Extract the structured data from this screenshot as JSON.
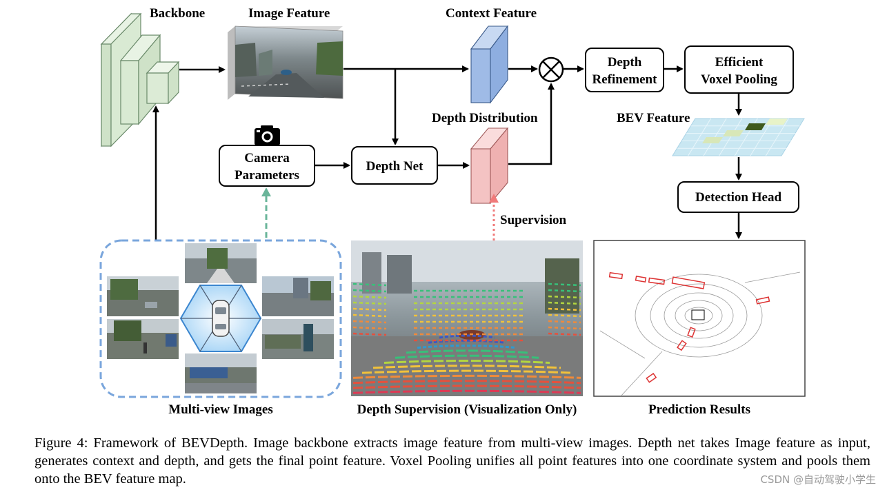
{
  "labels": {
    "backbone": "Backbone",
    "image_feature": "Image Feature",
    "context_feature": "Context Feature",
    "depth_distribution": "Depth Distribution",
    "bev_feature": "BEV Feature",
    "supervision": "Supervision",
    "multi_view_images": "Multi-view Images",
    "depth_supervision": "Depth Supervision (Visualization Only)",
    "prediction_results": "Prediction Results"
  },
  "boxes": {
    "camera_parameters": [
      "Camera",
      "Parameters"
    ],
    "depth_net": "Depth Net",
    "depth_refinement": [
      "Depth",
      "Refinement"
    ],
    "voxel_pooling": [
      "Efficient",
      "Voxel Pooling"
    ],
    "detection_head": "Detection Head"
  },
  "icons": {
    "camera": "camera-icon",
    "multiply": "multiply-icon",
    "car": "car-icon"
  },
  "colors": {
    "backbone": "#d9ead3",
    "context_feature": "#9fbbe6",
    "depth_distribution": "#f4c3c3",
    "supervision_arrow": "#f07a7a",
    "camera_link": "#6ab59a",
    "multi_view_border": "#7aa6dc",
    "bev_grid": "#c9e7f2"
  },
  "caption": "Figure 4: Framework of BEVDepth. Image backbone extracts image feature from multi-view images. Depth net takes Image feature as input, generates context and depth, and gets the final point feature. Voxel Pooling unifies all point features into one coordinate system and pools them onto the BEV feature map.",
  "watermark": "CSDN @自动驾驶小学生"
}
